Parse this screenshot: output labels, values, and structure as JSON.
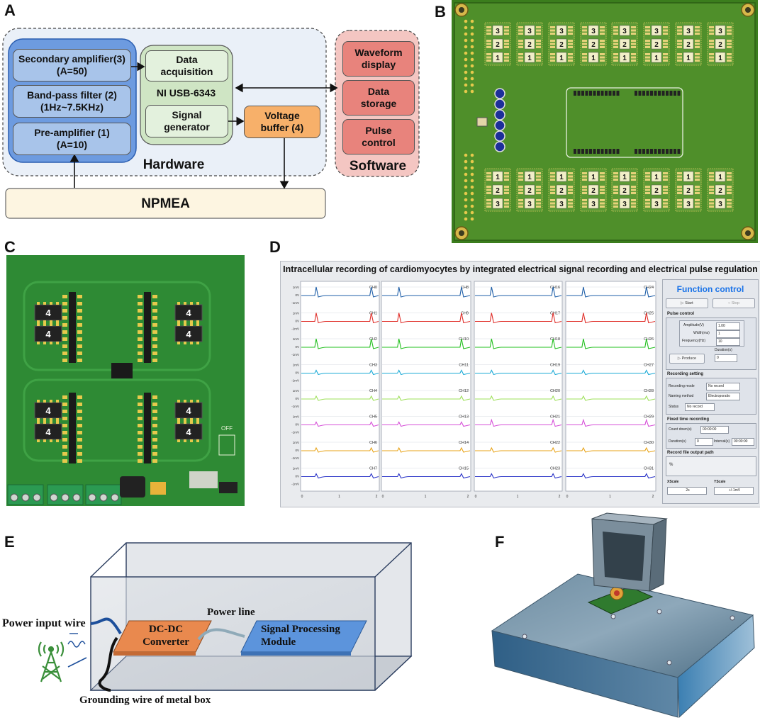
{
  "panels": {
    "a": "A",
    "b": "B",
    "c": "C",
    "d": "D",
    "e": "E",
    "f": "F"
  },
  "panel_a": {
    "secondary_amp": "Secondary amplifier(3)",
    "secondary_amp_gain": "(A=50)",
    "bandpass": "Band-pass filter (2)",
    "bandpass_range": "(1Hz~7.5KHz)",
    "preamp": "Pre-amplifier (1)",
    "preamp_gain": "(A=10)",
    "daq_1": "Data",
    "daq_2": "acquisition",
    "ni": "NI USB-6343",
    "siggen_1": "Signal",
    "siggen_2": "generator",
    "vbuf_1": "Voltage",
    "vbuf_2": "buffer (4)",
    "hardware": "Hardware",
    "waveform_1": "Waveform",
    "waveform_2": "display",
    "storage_1": "Data",
    "storage_2": "storage",
    "pulse_1": "Pulse",
    "pulse_2": "control",
    "software": "Software",
    "npmea": "NPMEA"
  },
  "panel_c": {
    "module_label": "4",
    "off_label": "OFF"
  },
  "panel_d": {
    "title": "Intracellular recording of cardiomyocytes by integrated electrical signal recording and electrical pulse regulation system",
    "channels": [
      [
        "CH0",
        "CH1",
        "CH2",
        "CH3",
        "CH4",
        "CH5",
        "CH6",
        "CH7"
      ],
      [
        "CH8",
        "CH9",
        "CH10",
        "CH11",
        "CH12",
        "CH13",
        "CH14",
        "CH15"
      ],
      [
        "CH16",
        "CH17",
        "CH18",
        "CH19",
        "CH20",
        "CH21",
        "CH22",
        "CH23"
      ],
      [
        "CH24",
        "CH25",
        "CH26",
        "CH27",
        "CH28",
        "CH29",
        "CH30",
        "CH31"
      ]
    ],
    "y_ticks": [
      "1mV",
      "0V",
      "-1mV"
    ],
    "x_ticks": [
      "0",
      "1",
      "2"
    ],
    "trace_colors": [
      "#1f5fa8",
      "#e0302b",
      "#22c01e",
      "#1aa9d6",
      "#9ee05a",
      "#d64fd8",
      "#e8a317",
      "#2b34c8"
    ],
    "function_control": {
      "title": "Function control",
      "start": "Start",
      "stop": "Stop",
      "pulse_control": "Pulse control",
      "amplitude_label": "Amplitude(V)",
      "amplitude_value": "1.00",
      "width_label": "Width(ms)",
      "width_value": "1",
      "frequency_label": "Frequency(Hz)",
      "frequency_value": "10",
      "duration_label": "Duration(s)",
      "duration_value": "0",
      "produce": "Produce",
      "recording_setting": "Recording setting",
      "recording_mode_label": "Recording mode",
      "recording_mode_value": "No record",
      "naming_method_label": "Naming method",
      "naming_method_value": "Electroporatio",
      "status_label": "Status",
      "status_value": "No record",
      "fixed_time": "Fixed time recording",
      "countdown_label": "Count down(s)",
      "countdown_value": "00:00:00",
      "fdur_label": "Duration(s)",
      "fdur_value": "0",
      "interval_label": "Interval(s)",
      "interval_value": "00:00:00",
      "output_path": "Record file output path",
      "path_glyph": "%",
      "xscale_label": "XScale",
      "xscale_value": "2s",
      "yscale_label": "YScale",
      "yscale_value": "+/-1mV"
    }
  },
  "panel_e": {
    "power_input": "Power input wire",
    "dcdc_1": "DC-DC",
    "dcdc_2": "Converter",
    "power_line": "Power line",
    "spm_1": "Signal Processing",
    "spm_2": "Module",
    "grounding": "Grounding wire of metal box"
  }
}
